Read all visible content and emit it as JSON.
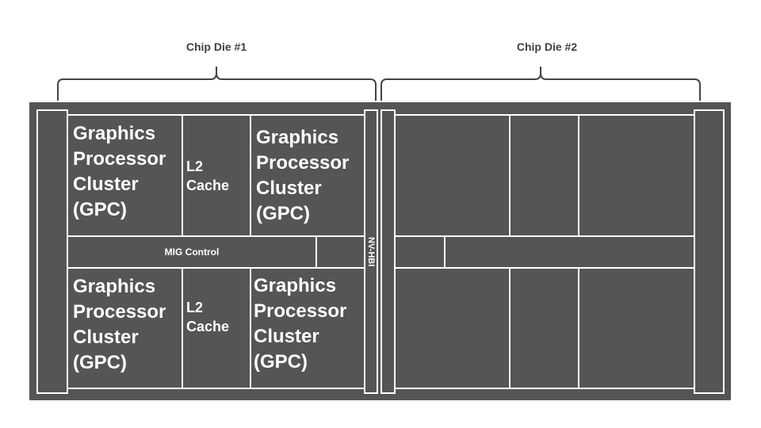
{
  "labels": {
    "die1": "Chip Die #1",
    "die2": "Chip Die #2"
  },
  "die1": {
    "gpc_top_left": "Graphics\nProcessor\nCluster\n(GPC)",
    "l2_top": "L2\nCache",
    "gpc_top_right": "Graphics\nProcessor\nCluster\n(GPC)",
    "mig_control": "MIG Control",
    "gpc_bottom_left": "Graphics\nProcessor\nCluster\n(GPC)",
    "l2_bottom": "L2\nCache",
    "gpc_bottom_right": "Graphics\nProcessor\nCluster\n(GPC)"
  },
  "interconnect": {
    "label": "NV-HBI"
  },
  "colors": {
    "die": "#555555",
    "lines": "#ffffff",
    "label_text": "#404040",
    "bracket": "#444444"
  }
}
